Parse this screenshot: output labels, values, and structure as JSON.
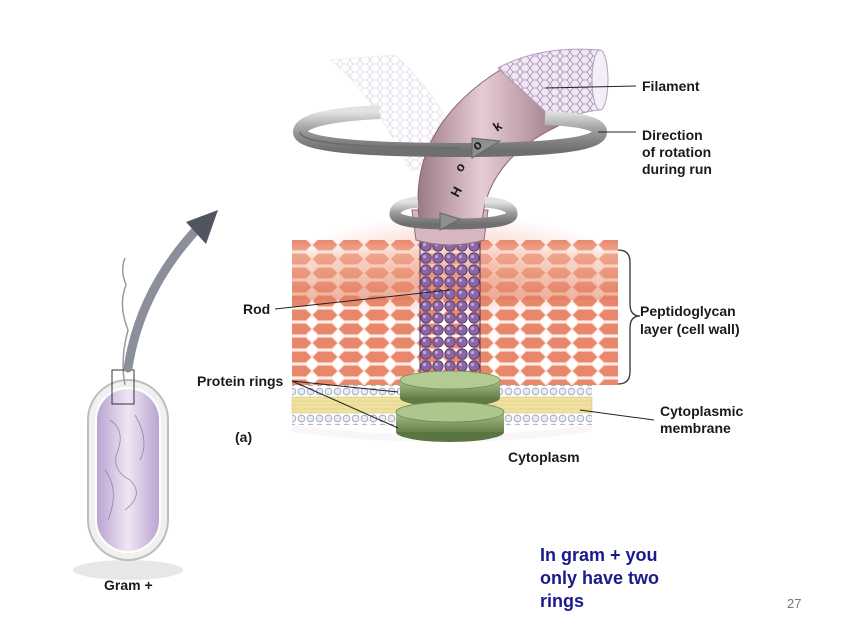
{
  "labels": {
    "filament": "Filament",
    "direction_line1": "Direction",
    "direction_line2": "of rotation",
    "direction_line3": "during run",
    "hook_letters": [
      "H",
      "o",
      "o",
      "k"
    ],
    "rod": "Rod",
    "peptidoglycan_line1": "Peptidoglycan",
    "peptidoglycan_line2": "layer (cell wall)",
    "protein_rings": "Protein rings",
    "cytoplasmic_line1": "Cytoplasmic",
    "cytoplasmic_line2": "membrane",
    "panel": "(a)",
    "cytoplasm": "Cytoplasm",
    "gram_positive": "Gram +"
  },
  "note": {
    "line1": "In gram + you",
    "line2": "only have two",
    "line3": "rings"
  },
  "page_number": "27",
  "colors": {
    "note_text": "#1a1a8c",
    "hook": "#c9a4b0",
    "rod": "#7d5a98",
    "rings": "#7d9a5e",
    "peptidoglycan": "#e3876a",
    "membrane": "#efe2a0",
    "arrow": "#8d8d8d",
    "cell": "#d9c8e6"
  }
}
